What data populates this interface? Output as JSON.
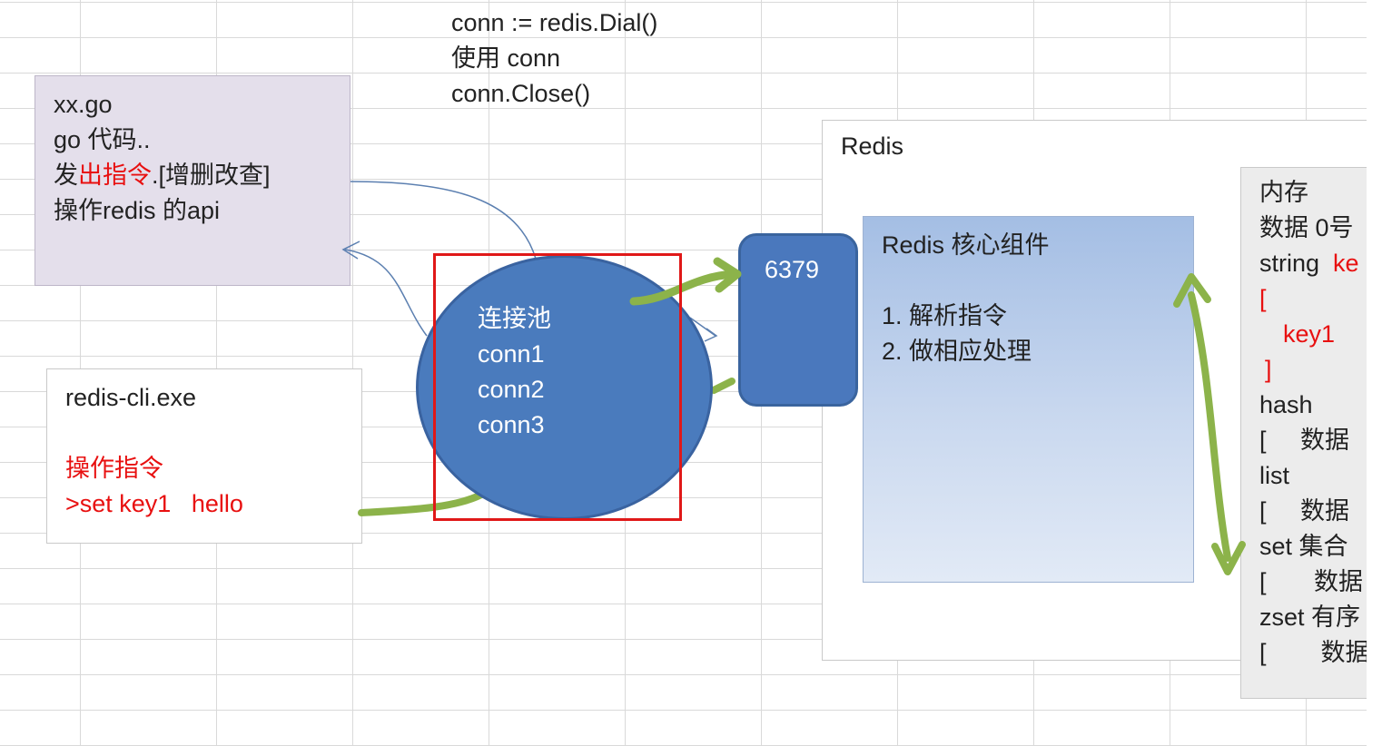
{
  "go_box": {
    "line1": "xx.go",
    "line2": "go 代码..",
    "line3_pre": "发",
    "line3_red": "出指令",
    "line3_post": ".[增删改查]",
    "line4": "操作redis 的api"
  },
  "top_code": {
    "line1": "conn := redis.Dial()",
    "line2": "使用 conn",
    "line3": "conn.Close()"
  },
  "cli_box": {
    "title": "redis-cli.exe",
    "cmd_label": "操作指令",
    "cmd": ">set key1   hello"
  },
  "pool": {
    "title": "连接池",
    "conns": [
      "conn1",
      "conn2",
      "conn3"
    ]
  },
  "port": "6379",
  "redis": {
    "title": "Redis",
    "core_title": "Redis 核心组件",
    "step1": "1. 解析指令",
    "step2": "2. 做相应处理"
  },
  "memory": {
    "l1": "内存",
    "l2": "数据 0号",
    "l3a": "string",
    "l3b": "ke",
    "l4": "[",
    "l5": "key1",
    "l6": "]",
    "l7": "hash",
    "l8": "[     数据",
    "l9": "list",
    "l10": "[     数据",
    "l11": "set 集合",
    "l12": "[       数据",
    "l13": "zset 有序",
    "l14": "[        数据"
  },
  "colors": {
    "green_arrow": "#8cb34a",
    "blue_arrow": "#5b7fb0",
    "highlight": "#e01818",
    "pool_fill": "#4a7bbd"
  }
}
